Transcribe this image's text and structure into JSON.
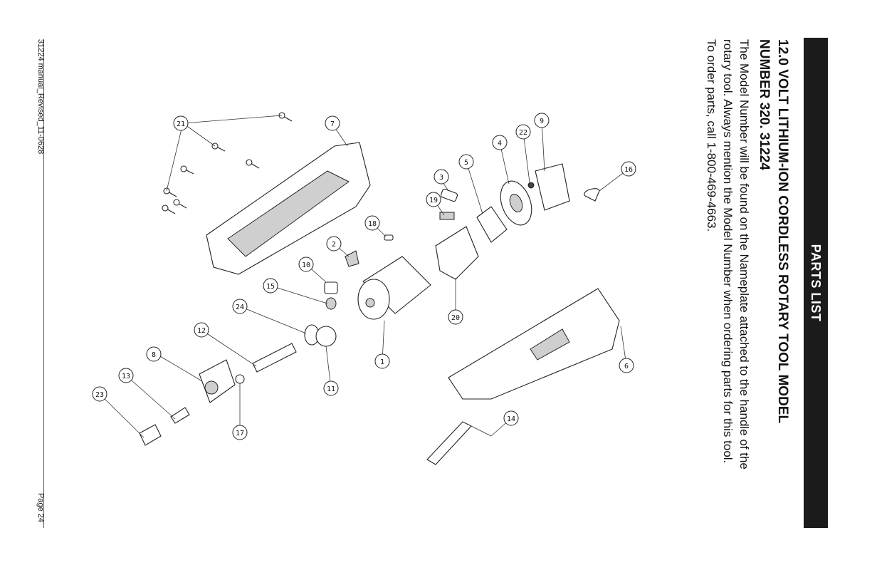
{
  "header": {
    "band_label": "PARTS LIST"
  },
  "title": {
    "line1": "12.0 VOLT LITHIUM-ION CORDLESS ROTARY TOOL MODEL",
    "line2": "NUMBER 320. 31224"
  },
  "body": {
    "line1": "The Model Number will be found on the Nameplate attached to the handle of the",
    "line2": "rotary tool. Always mention the Model Number when ordering parts for this tool.",
    "line3": "To order parts, call 1-800-469-4663."
  },
  "footer": {
    "left": "31224 manual_Revised_11-0628",
    "right": "Page 24"
  },
  "callouts": {
    "c1": "1",
    "c2": "2",
    "c3": "3",
    "c4": "4",
    "c5": "5",
    "c6": "6",
    "c7": "7",
    "c8": "8",
    "c9": "9",
    "c10": "10",
    "c11": "11",
    "c12": "12",
    "c13": "13",
    "c14": "14",
    "c15": "15",
    "c16": "16",
    "c17": "17",
    "c18": "18",
    "c19": "19",
    "c20": "20",
    "c21": "21",
    "c22": "22",
    "c23": "23",
    "c24": "24"
  }
}
